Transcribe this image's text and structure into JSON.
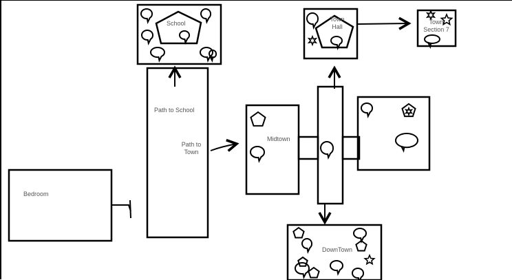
{
  "rooms": {
    "bedroom": {
      "label": "Bedroom"
    },
    "path_to_school": {
      "label": "Path to School",
      "sub_label": "Path to\nTown"
    },
    "school": {
      "label": "School"
    },
    "midtown": {
      "label": "Midtown"
    },
    "town_hall": {
      "label": "Town\nHall"
    },
    "town_section_7": {
      "label": "Town\nSection 7"
    },
    "downtown": {
      "label": "DownTown"
    },
    "east_room": {
      "label": ""
    }
  },
  "icons": [
    "speech-bubble",
    "pentagon",
    "star"
  ],
  "colors": {
    "ink": "#000000",
    "label": "#555555",
    "background": "#ffffff"
  }
}
